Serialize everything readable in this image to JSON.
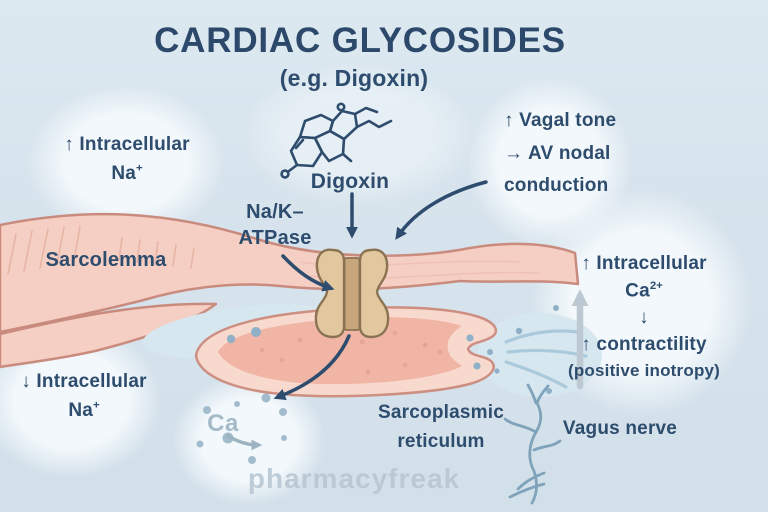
{
  "title": "CARDIAC GLYCOSIDES",
  "subtitle": "(e.g. Digoxin)",
  "molecule": {
    "name": "Digoxin"
  },
  "pump": {
    "line1": "Na/K–",
    "line2": "ATPase"
  },
  "membrane": {
    "label": "Sarcolemma"
  },
  "sr": {
    "line1": "Sarcoplasmic",
    "line2": "reticulum"
  },
  "na_increase": {
    "line1": "↑ Intracellular",
    "ion": "Na",
    "charge": "+"
  },
  "na_decrease": {
    "line1": "↓ Intracellular",
    "ion": "Na",
    "charge": "+"
  },
  "vagal": {
    "line1": "↑ Vagal tone",
    "line2": "→ AV nodal",
    "line3": "conduction"
  },
  "calcium_effect": {
    "line1": "↑ Intracellular",
    "ion": "Ca",
    "charge": "2+",
    "arrow": "↓",
    "line2": "↑  contractility",
    "line3": "(positive inotropy)"
  },
  "calcium_ion": {
    "label": "Ca"
  },
  "vagus": {
    "label": "Vagus nerve"
  },
  "watermark": "pharmacyfreak",
  "colors": {
    "background": "#d7e3ec",
    "heading": "#2c486b",
    "text": "#2e4c6d",
    "membrane_fill": "#f6cfc4",
    "membrane_outline": "#c98b7e",
    "sr_inner": "#f1b5a6",
    "channel_fill": "#e3c89f",
    "channel_outline": "#8a7352",
    "calcium_dot": "#8fb0c6",
    "nerve": "#7fa3ba",
    "muted_gray": "#bdc9d2",
    "watermark_gray": "#b6c5d1"
  }
}
